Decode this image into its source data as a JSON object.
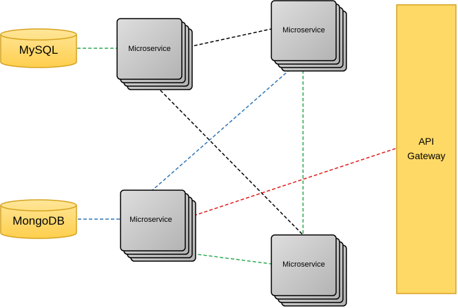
{
  "databases": [
    {
      "id": "mysql",
      "label": "MySQL"
    },
    {
      "id": "mongodb",
      "label": "MongoDB"
    }
  ],
  "services": [
    {
      "id": "svc-top-left",
      "label": "Microservice"
    },
    {
      "id": "svc-top-right",
      "label": "Microservice"
    },
    {
      "id": "svc-bottom-left",
      "label": "Microservice"
    },
    {
      "id": "svc-bottom-right",
      "label": "Microservice"
    }
  ],
  "gateway": {
    "line1": "API",
    "line2": "Gateway"
  },
  "connections": [
    {
      "from": "mysql",
      "to": "svc-top-left",
      "color": "#2eaa52",
      "style": "dashed"
    },
    {
      "from": "svc-top-left",
      "to": "svc-top-right",
      "color": "#000000",
      "style": "dashed"
    },
    {
      "from": "svc-top-left",
      "to": "svc-bottom-right",
      "color": "#000000",
      "style": "dashed"
    },
    {
      "from": "mongodb",
      "to": "svc-bottom-left",
      "color": "#2e75b6",
      "style": "dashed"
    },
    {
      "from": "svc-bottom-left",
      "to": "svc-top-right",
      "color": "#2e75b6",
      "style": "dashed"
    },
    {
      "from": "svc-top-right",
      "to": "svc-bottom-right",
      "color": "#2eaa52",
      "style": "dashed"
    },
    {
      "from": "svc-bottom-left",
      "to": "svc-bottom-right",
      "color": "#2eaa52",
      "style": "dashed"
    },
    {
      "from": "svc-bottom-left",
      "to": "gateway",
      "color": "#e0191b",
      "style": "dashed"
    }
  ],
  "colors": {
    "database_fill": "#ffd966",
    "database_stroke": "#d6a21e",
    "service_fill": "#c8c8c8",
    "service_stroke": "#000000",
    "gateway_fill": "#ffd966",
    "gateway_stroke": "#d6a21e"
  }
}
